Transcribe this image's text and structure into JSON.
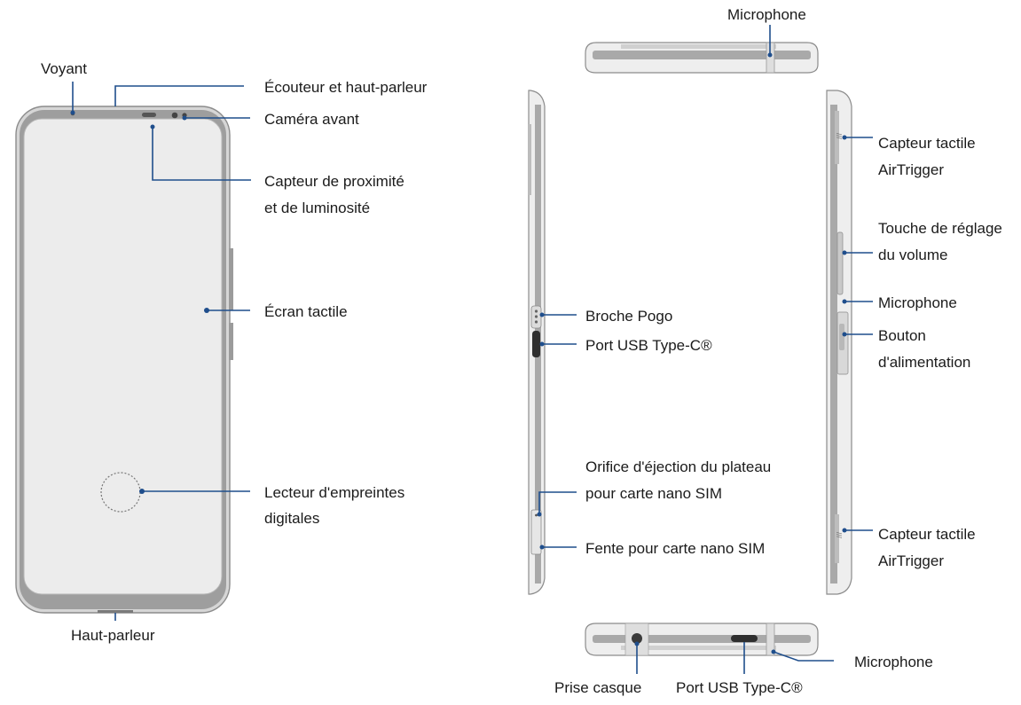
{
  "labels": {
    "voyant": "Voyant",
    "ecouteur": "Écouteur et haut-parleur",
    "camera_avant": "Caméra avant",
    "capteur_proximite_l1": "Capteur de proximité",
    "capteur_proximite_l2": "et de luminosité",
    "ecran_tactile": "Écran tactile",
    "lecteur_empreintes_l1": "Lecteur d'empreintes",
    "lecteur_empreintes_l2": "digitales",
    "haut_parleur": "Haut-parleur",
    "microphone_top": "Microphone",
    "broche_pogo": "Broche Pogo",
    "port_usb_side": "Port USB Type-C®",
    "orifice_ejection_l1": "Orifice d'éjection du plateau",
    "orifice_ejection_l2": "pour carte nano SIM",
    "fente_sim": "Fente pour carte nano SIM",
    "airtrigger_top_l1": "Capteur tactile",
    "airtrigger_top_l2": "AirTrigger",
    "volume_l1": "Touche de réglage",
    "volume_l2": "du volume",
    "microphone_right": "Microphone",
    "bouton_alim_l1": "Bouton",
    "bouton_alim_l2": "d'alimentation",
    "airtrigger_bottom_l1": "Capteur tactile",
    "airtrigger_bottom_l2": "AirTrigger",
    "prise_casque": "Prise casque",
    "port_usb_bottom": "Port USB Type-C®",
    "microphone_bottom": "Microphone"
  },
  "colors": {
    "leader": "#1f4e8c",
    "device_frame": "#d6d6d6",
    "device_screen": "#ececec"
  }
}
